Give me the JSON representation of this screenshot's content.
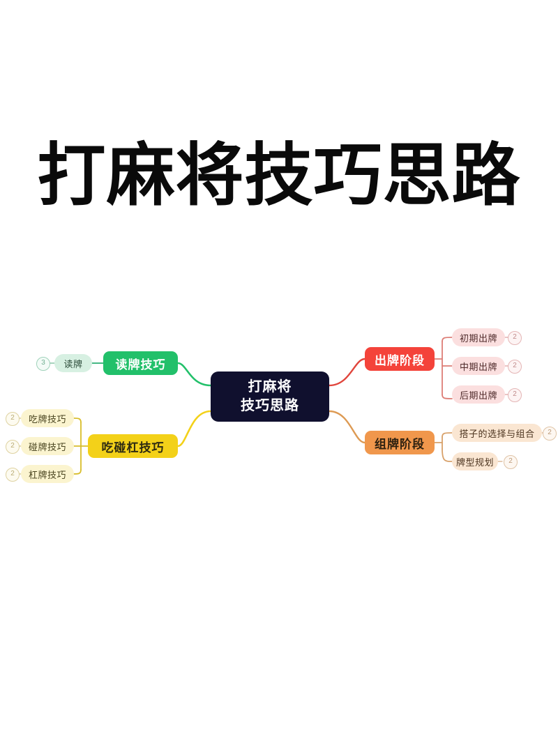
{
  "page": {
    "title": "打麻将技巧思路",
    "background": "#ffffff"
  },
  "mindmap": {
    "center": {
      "line1": "打麻将",
      "line2": "技巧思路",
      "color": "#10102e",
      "text_color": "#ffffff"
    },
    "branches": [
      {
        "id": "read",
        "label": "读牌技巧",
        "color": "#22c06a",
        "side": "left",
        "leaf_bg": "#d7f0e2",
        "children": [
          {
            "label": "读牌",
            "badge": "3"
          }
        ]
      },
      {
        "id": "meld",
        "label": "吃碰杠技巧",
        "color": "#f3d119",
        "side": "left",
        "leaf_bg": "#fbf4cf",
        "children": [
          {
            "label": "吃牌技巧",
            "badge": "2"
          },
          {
            "label": "碰牌技巧",
            "badge": "2"
          },
          {
            "label": "杠牌技巧",
            "badge": "2"
          }
        ]
      },
      {
        "id": "play",
        "label": "出牌阶段",
        "color": "#f4433a",
        "side": "right",
        "leaf_bg": "#fbdfdf",
        "children": [
          {
            "label": "初期出牌",
            "badge": "2"
          },
          {
            "label": "中期出牌",
            "badge": "2"
          },
          {
            "label": "后期出牌",
            "badge": "2"
          }
        ]
      },
      {
        "id": "group",
        "label": "组牌阶段",
        "color": "#f0974c",
        "side": "right",
        "leaf_bg": "#fae6d2",
        "children": [
          {
            "label": "搭子的选择与组合",
            "badge": "2"
          },
          {
            "label": "牌型规划",
            "badge": "2"
          }
        ]
      }
    ]
  }
}
